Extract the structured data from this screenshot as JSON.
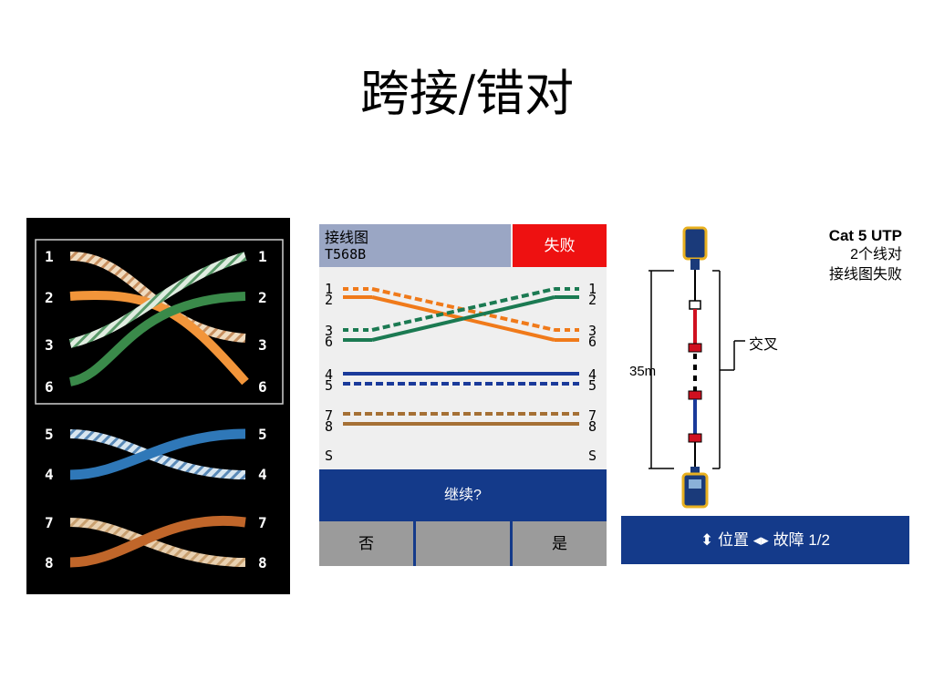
{
  "title": "跨接/错对",
  "wiring_photo": {
    "left_labels": [
      "1",
      "2",
      "3",
      "6",
      "5",
      "4",
      "7",
      "8"
    ],
    "right_labels": [
      "1",
      "2",
      "3",
      "6",
      "5",
      "4",
      "7",
      "8"
    ]
  },
  "wiremap_screen": {
    "header_title": "接线图",
    "header_standard": "T568B",
    "status": "失败",
    "pin_labels_left": [
      "1",
      "2",
      "3",
      "6",
      "4",
      "5",
      "7",
      "8",
      "S"
    ],
    "pin_labels_right": [
      "1",
      "2",
      "3",
      "6",
      "4",
      "5",
      "7",
      "8",
      "S"
    ],
    "prompt": "继续?",
    "softkeys": [
      "否",
      "",
      "是"
    ],
    "colors": {
      "orange": "#f07a1a",
      "green": "#1b7a52",
      "blue": "#1a3a9a",
      "brown": "#a57035",
      "fail_red": "#ee1111",
      "bar_blue": "#143a8a"
    }
  },
  "fault_screen": {
    "cable_type": "Cat 5 UTP",
    "pairs": "2个线对",
    "result": "接线图失败",
    "fault_label": "交叉",
    "distance": "35m",
    "footer": "位置",
    "footer_fault": "故障 1/2",
    "icons": [
      "up-down-arrow-icon",
      "left-right-arrow-icon"
    ]
  }
}
